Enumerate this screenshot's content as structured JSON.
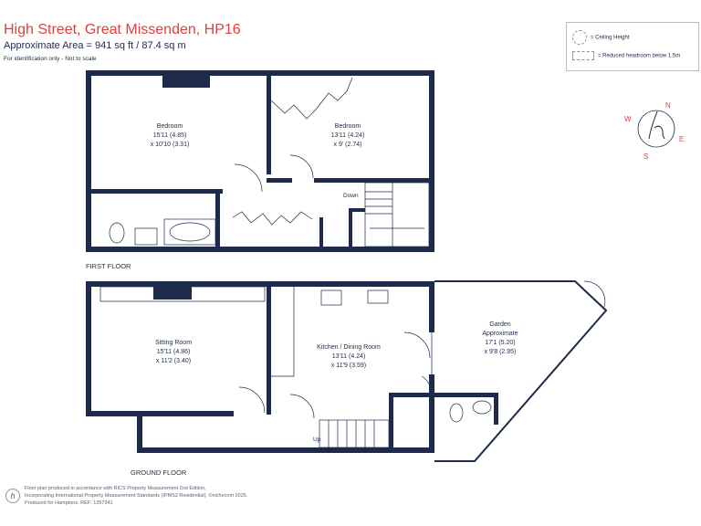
{
  "header": {
    "title": "High Street, Great Missenden, HP16",
    "area": "Approximate Area = 941 sq ft / 87.4 sq m",
    "note": "For identification only - Not to scale"
  },
  "legend": {
    "ceiling_height": "= Ceiling Height",
    "reduced_headroom": "= Reduced headroom below 1.5m"
  },
  "compass": {
    "n": "N",
    "e": "E",
    "s": "S",
    "w": "W",
    "logo": "h"
  },
  "floors": {
    "first_floor": "FIRST FLOOR",
    "ground_floor": "GROUND FLOOR"
  },
  "rooms": {
    "bedroom1": {
      "name": "Bedroom",
      "dim1": "15'11 (4.85)",
      "dim2": "x 10'10 (3.31)"
    },
    "bedroom2": {
      "name": "Bedroom",
      "dim1": "13'11 (4.24)",
      "dim2": "x 9' (2.74)"
    },
    "sitting": {
      "name": "Sitting Room",
      "dim1": "15'11 (4.86)",
      "dim2": "x 11'2 (3.40)"
    },
    "kitchen": {
      "name": "Kitchen / Dining Room",
      "dim1": "13'11 (4.24)",
      "dim2": "x 11'9 (3.59)"
    },
    "garden": {
      "name": "Garden",
      "name2": "Approximate",
      "dim1": "17'1 (5.20)",
      "dim2": "x 9'8 (2.95)"
    }
  },
  "stairs": {
    "down": "Down",
    "up": "Up"
  },
  "footer": {
    "line1": "Floor plan produced in accordance with RICS Property Measurement 2nd Edition,",
    "line2": "Incorporating International Property Measurement Standards (IPMS2 Residential).  ©nichecom 2025.",
    "line3": "Produced for Hamptons.   REF: 1357341"
  },
  "colors": {
    "wall": "#1e2a4a",
    "title": "#e04040",
    "accent": "#e04040"
  }
}
